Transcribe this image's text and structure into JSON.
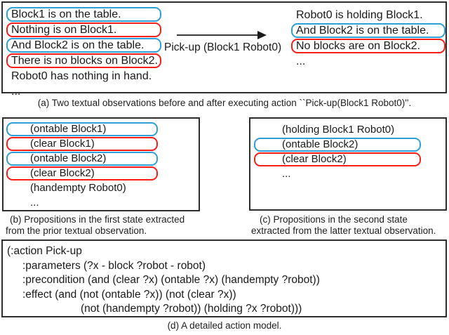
{
  "colors": {
    "blue": "#2e9fd9",
    "red": "#f81e19",
    "panel_border": "#2e2e2e",
    "text": "#1a1a1a"
  },
  "panel_a": {
    "before": [
      {
        "text": "Block1 is on the table.",
        "box": "blue"
      },
      {
        "text": "Nothing is on Block1.",
        "box": "red"
      },
      {
        "text": "And Block2 is on the table.",
        "box": "blue"
      },
      {
        "text": "There is no blocks on Block2.",
        "box": "red"
      },
      {
        "text": "Robot0 has nothing in hand.",
        "box": "none"
      },
      {
        "text": "...",
        "box": "none"
      }
    ],
    "action_label": "Pick-up (Block1 Robot0)",
    "after": [
      {
        "text": "Robot0 is holding Block1.",
        "box": "none"
      },
      {
        "text": "And Block2 is on the table.",
        "box": "blue"
      },
      {
        "text": "No blocks are on Block2.",
        "box": "red"
      },
      {
        "text": "...",
        "box": "none"
      }
    ],
    "caption": "(a) Two textual observations before and after executing action ``Pick-up(Block1 Robot0)''."
  },
  "panel_b": {
    "items": [
      {
        "text": "(ontable Block1)",
        "box": "blue"
      },
      {
        "text": "(clear Block1)",
        "box": "red"
      },
      {
        "text": "(ontable Block2)",
        "box": "blue"
      },
      {
        "text": "(clear Block2)",
        "box": "red"
      },
      {
        "text": "(handempty Robot0)",
        "box": "none"
      },
      {
        "text": "...",
        "box": "none"
      }
    ],
    "caption_line1": "(b) Propositions in the first state extracted",
    "caption_line2": "from the prior textual observation."
  },
  "panel_c": {
    "items": [
      {
        "text": "(holding Block1 Robot0)",
        "box": "none"
      },
      {
        "text": "(ontable Block2)",
        "box": "blue"
      },
      {
        "text": "(clear Block2)",
        "box": "red"
      },
      {
        "text": "...",
        "box": "none"
      }
    ],
    "caption_line1": "(c) Propositions in the second state",
    "caption_line2": "extracted from the latter textual observation."
  },
  "panel_d": {
    "lines": [
      "(:action Pick-up",
      ":parameters (?x - block ?robot - robot)",
      ":precondition (and (clear ?x) (ontable ?x) (handempty ?robot))",
      ":effect (and (not (ontable ?x)) (not (clear ?x))",
      "(not (handempty ?robot)) (holding ?x ?robot)))"
    ],
    "caption": "(d) A detailed action model."
  }
}
